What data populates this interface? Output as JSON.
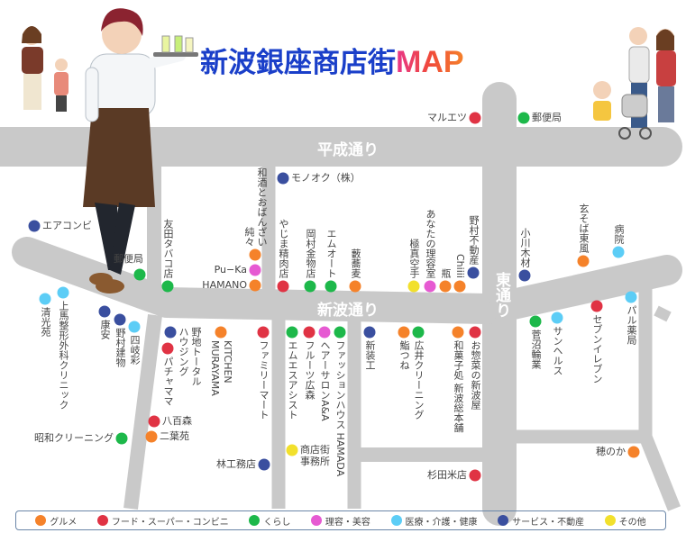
{
  "title": {
    "main": "新波銀座商店街",
    "accent": "MAP"
  },
  "roads": {
    "heisei": "平成通り",
    "shinba": "新波通り",
    "higashi": "東通り"
  },
  "categories": {
    "gourmet": {
      "label": "グルメ",
      "color": "#f5822a"
    },
    "food": {
      "label": "フード・スーパー・コンビニ",
      "color": "#e03344"
    },
    "living": {
      "label": "くらし",
      "color": "#1db84a"
    },
    "beauty": {
      "label": "理容・美容",
      "color": "#e65ad2"
    },
    "medical": {
      "label": "医療・介護・健康",
      "color": "#5ccdf6"
    },
    "service": {
      "label": "サービス・不動産",
      "color": "#3a4f9f"
    },
    "other": {
      "label": "その他",
      "color": "#f2e02c"
    }
  },
  "legend_order": [
    "gourmet",
    "food",
    "living",
    "beauty",
    "medical",
    "service",
    "other"
  ],
  "shops": [
    {
      "name": "マルエツ",
      "category": "food"
    },
    {
      "name": "郵便局",
      "category": "living"
    },
    {
      "name": "モノオク（株）",
      "category": "service"
    },
    {
      "name": "エアコンビ",
      "category": "service"
    },
    {
      "name": "郵便局",
      "category": "living"
    },
    {
      "name": "友田タバコ店",
      "category": "living"
    },
    {
      "name": "和酒とおばんざい\n純々",
      "category": "gourmet"
    },
    {
      "name": "Pu−Ka",
      "category": "beauty"
    },
    {
      "name": "HAMANO",
      "category": "gourmet"
    },
    {
      "name": "やじま精肉店",
      "category": "food"
    },
    {
      "name": "岡村金物店",
      "category": "living"
    },
    {
      "name": "エムオート",
      "category": "living"
    },
    {
      "name": "藪蕎麦",
      "category": "gourmet"
    },
    {
      "name": "極真空手",
      "category": "other"
    },
    {
      "name": "あなたの理容室",
      "category": "beauty"
    },
    {
      "name": "瓶",
      "category": "gourmet"
    },
    {
      "name": "Chiiii",
      "category": "gourmet"
    },
    {
      "name": "野村不動産",
      "category": "service"
    },
    {
      "name": "小川木材",
      "category": "service"
    },
    {
      "name": "玄そば東風",
      "category": "gourmet"
    },
    {
      "name": "病院",
      "category": "medical"
    },
    {
      "name": "パル薬局",
      "category": "medical"
    },
    {
      "name": "セブンイレブン",
      "category": "food"
    },
    {
      "name": "サンヘルス",
      "category": "medical"
    },
    {
      "name": "菅沼輪業",
      "category": "living"
    },
    {
      "name": "清光苑",
      "category": "medical"
    },
    {
      "name": "上馬整形外科クリニック",
      "category": "medical"
    },
    {
      "name": "康安",
      "category": "service"
    },
    {
      "name": "野村建物",
      "category": "service"
    },
    {
      "name": "四岐彩",
      "category": "medical"
    },
    {
      "name": "野地トータル\nハウジング",
      "category": "service"
    },
    {
      "name": "パチャママ",
      "category": "food"
    },
    {
      "name": "KITCHEN\nMURAYAMA",
      "category": "gourmet"
    },
    {
      "name": "ファミリーマート",
      "category": "food"
    },
    {
      "name": "エムエスアシスト",
      "category": "living"
    },
    {
      "name": "フルーツ広森",
      "category": "food"
    },
    {
      "name": "ヘアーサロンA&A",
      "category": "beauty"
    },
    {
      "name": "ファッションハウス HAMADA",
      "category": "living"
    },
    {
      "name": "新装工",
      "category": "service"
    },
    {
      "name": "鮨つね",
      "category": "gourmet"
    },
    {
      "name": "広井クリーニング",
      "category": "living"
    },
    {
      "name": "和菓子処 新波総本舗",
      "category": "gourmet"
    },
    {
      "name": "お惣菜の新波屋",
      "category": "food"
    },
    {
      "name": "八百森",
      "category": "food"
    },
    {
      "name": "二葉苑",
      "category": "gourmet"
    },
    {
      "name": "昭和クリーニング",
      "category": "living"
    },
    {
      "name": "商店街\n事務所",
      "category": "other"
    },
    {
      "name": "林工務店",
      "category": "service"
    },
    {
      "name": "穂のか",
      "category": "gourmet"
    },
    {
      "name": "杉田米店",
      "category": "food"
    }
  ]
}
